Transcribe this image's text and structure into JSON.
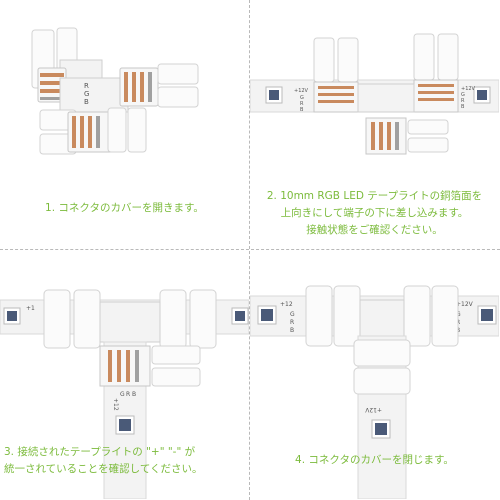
{
  "colors": {
    "caption": "#7cbb3c",
    "strip": "#f3f3f3",
    "connector": "#fbfbfb",
    "pcb_outline": "#cfcfcf",
    "led": "#4a5a78",
    "pin_copper": "#c98a5e",
    "divider": "#b9b9b9"
  },
  "steps": [
    {
      "caption_lines": [
        "1. コネクタのカバーを開きます。"
      ],
      "photo_labels": [
        "R",
        "G",
        "B"
      ],
      "icon": "t-connector-open-photo"
    },
    {
      "caption_lines": [
        "2. 10mm RGB LED テープライトの銅箔面を",
        "上向きにして端子の下に差し込みます。",
        "接触状態をご確認ください。"
      ],
      "photo_labels": [
        "+12V",
        "G",
        "R",
        "B",
        "+12V",
        "G",
        "R",
        "B"
      ],
      "icon": "t-connector-insert-photo"
    },
    {
      "caption_lines": [
        "3. 接続されたテープライトの \"+\"  \"-\" が",
        "統一されていることを確認してください。"
      ],
      "photo_labels": [
        "+1",
        "+12",
        "G",
        "R",
        "B"
      ],
      "icon": "t-connector-aligned-photo"
    },
    {
      "caption_lines": [
        "4. コネクタのカバーを閉じます。"
      ],
      "photo_labels": [
        "+12",
        "G",
        "R",
        "B",
        "+12V",
        "G",
        "R",
        "B",
        "+12V"
      ],
      "icon": "t-connector-closed-photo"
    }
  ]
}
